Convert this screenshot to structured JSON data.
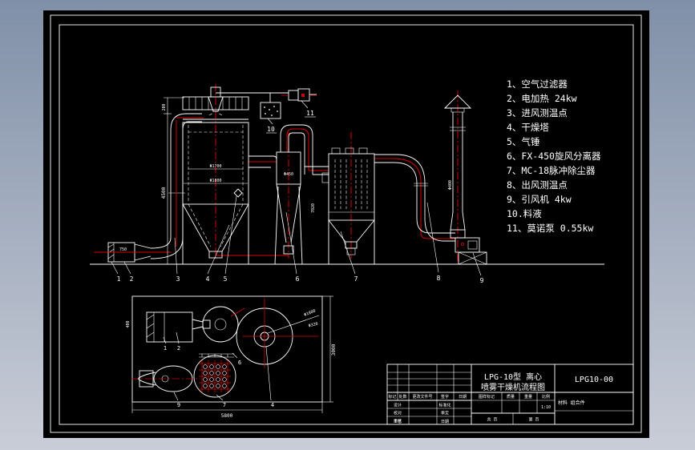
{
  "app": {
    "background_top": "#8090a8",
    "background_bottom": "#c9cdd7",
    "canvas_color": "#000000",
    "line_color": "#ffffff",
    "accent_color": "#d40000"
  },
  "legend": {
    "items": [
      "1、空气过滤器",
      "2、电加热  24kw",
      "3、进风测温点",
      "4、干燥塔",
      "5、气锤",
      "6、FX-450旋风分离器",
      "7、MC-18脉冲除尘器",
      "8、出风测温点",
      "9、引风机  4kw",
      "10.料液",
      "11、莫诺泵  0.55kw"
    ]
  },
  "leaders": {
    "main": [
      "1",
      "2",
      "3",
      "4",
      "5",
      "6",
      "7",
      "8",
      "9"
    ],
    "feed": "10",
    "pump": "11"
  },
  "plan_leaders": {
    "filter": "1",
    "heater": "2",
    "tower": "4",
    "cyclone": "6",
    "collector": "7",
    "fan": "9"
  },
  "dims": {
    "duct_top": "200",
    "riser_height": "4500",
    "heater_len": "750",
    "tower_inner": "Φ1700",
    "tower_outer": "Φ1800",
    "cyclone_dia": "Φ450",
    "collector_h": "7020",
    "duct_dia": "Φ400",
    "plan_width": "5800",
    "plan_depth": "3000",
    "plan_left": "400",
    "plan_tower_dia": "Φ1800",
    "plan_shaft": "Φ320"
  },
  "title_block": {
    "title_line1": "LPG-10型 离心",
    "title_line2": "喷雾干燥机流程图",
    "drawing_no": "LPG10-00",
    "material": "材料 组合件",
    "rev_headers": [
      "标记 处数",
      "更改文件号",
      "签字",
      "日期"
    ],
    "roles": [
      {
        "l": "设计",
        "m": "标准化"
      },
      {
        "l": "校对",
        "m": "审定"
      },
      {
        "l": "审核",
        "m": ""
      },
      {
        "l": "工艺",
        "m": "日期"
      }
    ],
    "stamp_headers": [
      "图样标记",
      "质量",
      "重量",
      "比例"
    ],
    "scale": "1:10",
    "pages_total": "共  页",
    "pages_no": "第  页"
  }
}
